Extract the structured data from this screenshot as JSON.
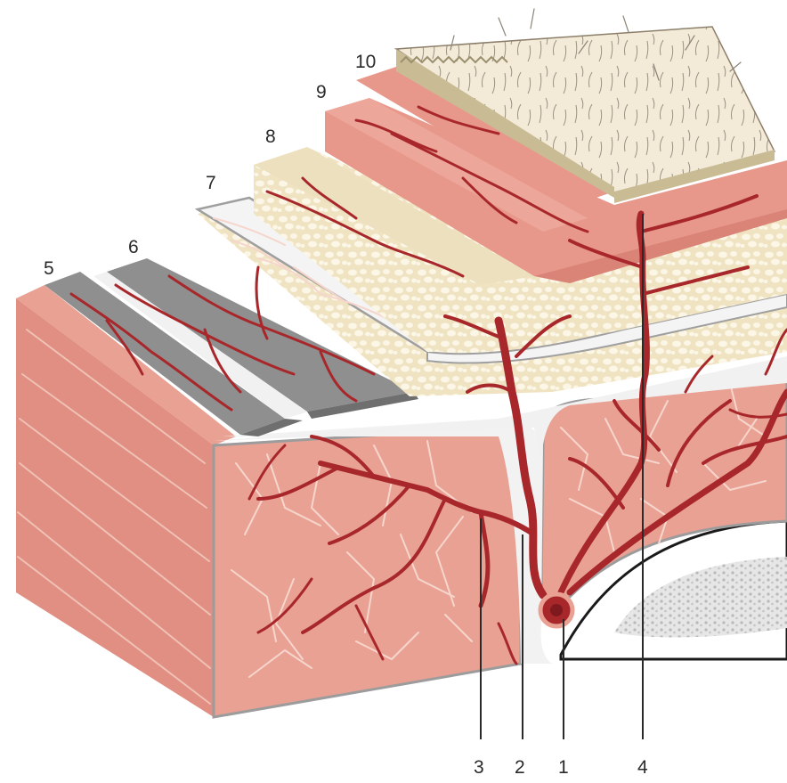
{
  "labels": [
    {
      "id": "1",
      "text": "1"
    },
    {
      "id": "2",
      "text": "2"
    },
    {
      "id": "3",
      "text": "3"
    },
    {
      "id": "4",
      "text": "4"
    },
    {
      "id": "5",
      "text": "5"
    },
    {
      "id": "6",
      "text": "6"
    },
    {
      "id": "7",
      "text": "7"
    },
    {
      "id": "8",
      "text": "8"
    },
    {
      "id": "9",
      "text": "9"
    },
    {
      "id": "10",
      "text": "10"
    }
  ],
  "colors": {
    "muscle": "#e9a194",
    "muscle_side": "#de8f82",
    "muscle_fiber": "#f6d6cc",
    "fascia_gray": "#8f8f8f",
    "fascia_white": "#f1f1f1",
    "fat": "#efe3c2",
    "fat_globule": "#fbf6e6",
    "dermis": "#e7988b",
    "epidermis_skin": "#f3ead8",
    "vessel": "#a8272b",
    "bone_marrow": "#cfcfcf"
  }
}
